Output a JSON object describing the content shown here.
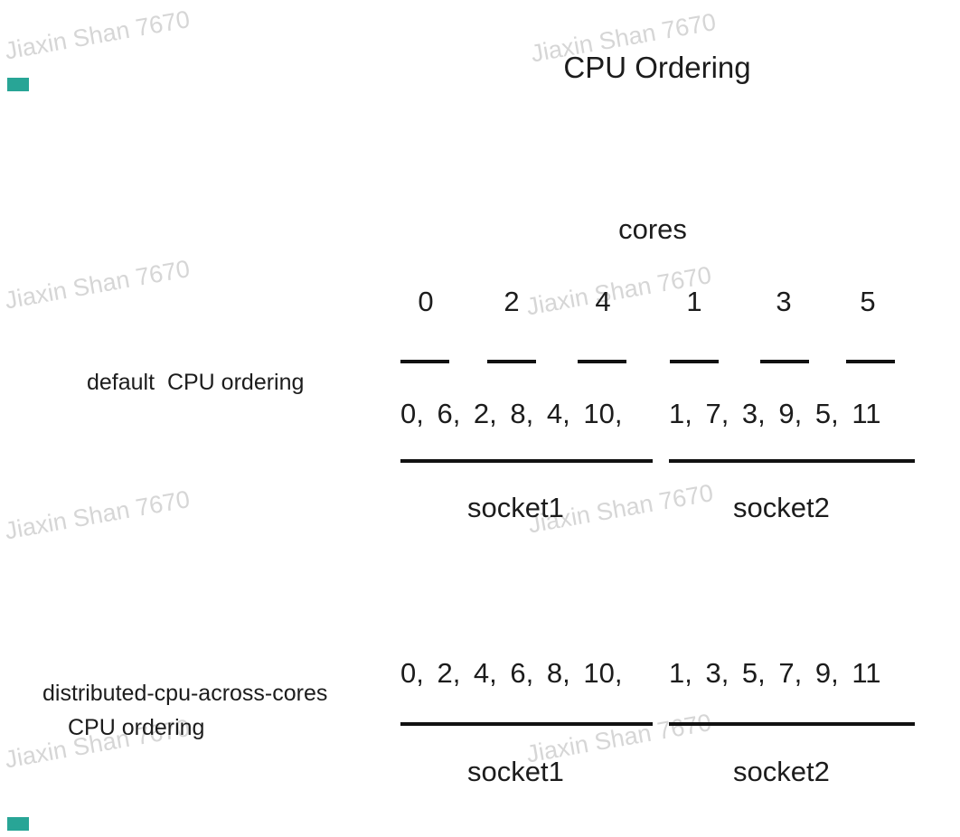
{
  "watermark": {
    "text": "Jiaxin Shan 7670"
  },
  "title": "CPU Ordering",
  "cores": {
    "label": "cores",
    "values": [
      "0",
      "2",
      "4",
      "1",
      "3",
      "5"
    ]
  },
  "default_ordering": {
    "label": "default  CPU ordering",
    "socket1_values": "0, 6, 2, 8, 4, 10,",
    "socket2_values": "1, 7, 3, 9, 5, 11",
    "socket1_label": "socket1",
    "socket2_label": "socket2"
  },
  "distributed_ordering": {
    "label_line1": "distributed-cpu-across-cores",
    "label_line2": "CPU ordering",
    "socket1_values": "0, 2, 4, 6, 8, 10,",
    "socket2_values": "1, 3, 5, 7, 9, 11",
    "socket1_label": "socket1",
    "socket2_label": "socket2"
  },
  "colors": {
    "text": "#1c1c1c",
    "line": "#111111",
    "watermark": "#d6d6d6",
    "accent_square": "#28a596"
  }
}
